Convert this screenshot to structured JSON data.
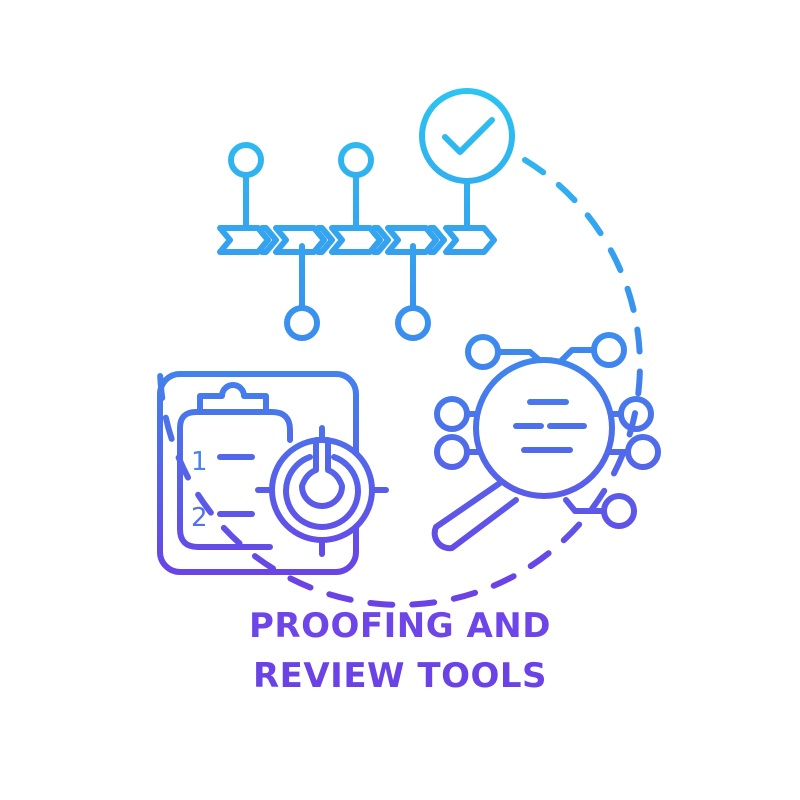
{
  "caption": {
    "line1": "PROOFING AND",
    "line2": "REVIEW TOOLS"
  },
  "clipboard": {
    "items": [
      "1",
      "2"
    ]
  },
  "colors": {
    "gradient_top": "#2bc6f0",
    "gradient_bottom": "#6a42e6",
    "caption_text": "#6e45e8",
    "background": "#ffffff"
  },
  "icons": [
    "workflow-timeline-icon",
    "checkmark-badge-icon",
    "clipboard-checklist-icon",
    "target-crosshair-icon",
    "magnifier-network-icon"
  ]
}
